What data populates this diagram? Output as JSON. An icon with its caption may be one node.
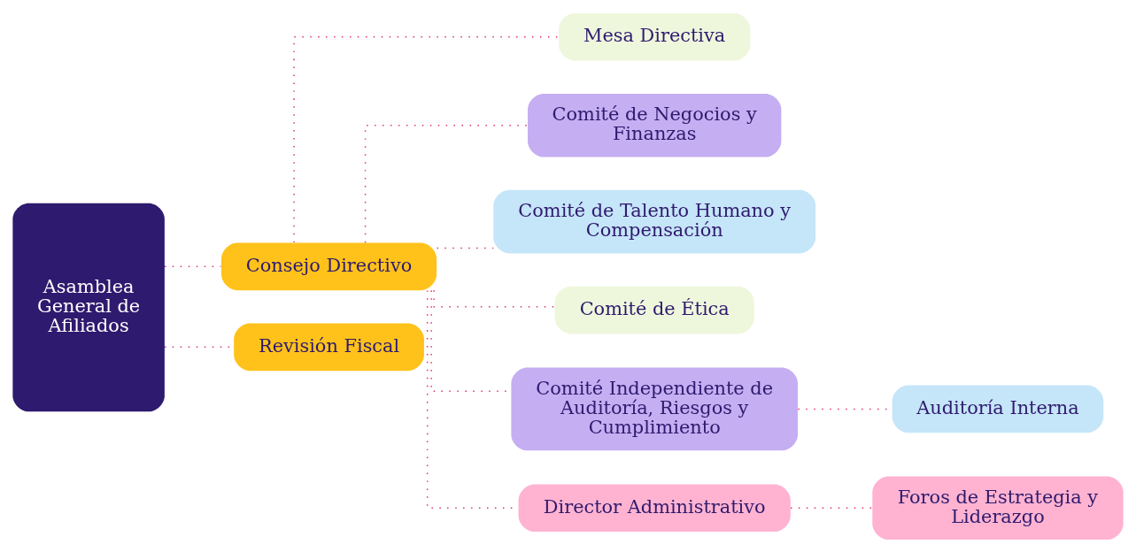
{
  "diagram": {
    "nodes": [
      {
        "text": [
          "Asamblea General de Afiliados"
        ]
      },
      {
        "text": [
          "Consejo Directivo"
        ]
      },
      {
        "text": [
          "Revisión Fiscal"
        ]
      },
      {
        "text": [
          "Mesa Directiva"
        ]
      },
      {
        "text": [
          "Comité de Negocios y Finanzas"
        ]
      },
      {
        "text": [
          "Comité de Talento Humano y Compensación"
        ]
      },
      {
        "text": [
          "Comité de Ética"
        ]
      },
      {
        "text": [
          "Comité Independiente de Auditoría, Riesgos y Cumplimiento"
        ]
      },
      {
        "text": [
          "Auditoría Interna"
        ]
      },
      {
        "text": [
          "Director Administrativo"
        ]
      },
      {
        "text": [
          "Foros de Estrategia y Liderazgo"
        ]
      }
    ],
    "edges": [
      {
        "from": 0,
        "to": 1,
        "arrow": "none"
      },
      {
        "from": 0,
        "to": 2,
        "arrow": "none"
      },
      {
        "from": 1,
        "to": 3,
        "arrow": "none"
      },
      {
        "from": 1,
        "to": 4,
        "arrow": "none"
      },
      {
        "from": 1,
        "to": 5,
        "arrow": "none"
      },
      {
        "from": 1,
        "to": 6,
        "arrow": "none"
      },
      {
        "from": 1,
        "to": 7,
        "arrow": "none"
      },
      {
        "from": 1,
        "to": 9,
        "arrow": "none"
      },
      {
        "from": 7,
        "to": 8,
        "arrow": "none"
      },
      {
        "from": 9,
        "to": 10,
        "arrow": "none"
      }
    ]
  }
}
